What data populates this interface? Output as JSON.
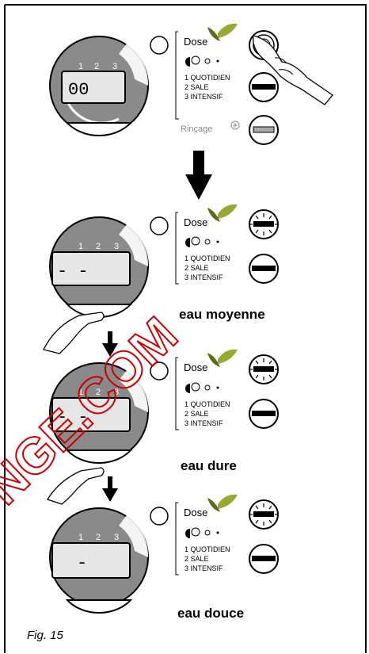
{
  "panels": [
    {
      "display_value": "00",
      "digits": [
        "1",
        "2",
        "3"
      ],
      "brand": "Dose",
      "programs": [
        "1 QUOTIDIEN",
        "2 SALE",
        "3 INTENSIF"
      ],
      "rinse_label": "Rinçage",
      "caption": ""
    },
    {
      "display_value": "- -",
      "digits": [
        "1",
        "2",
        "3"
      ],
      "brand": "Dose",
      "programs": [
        "1 QUOTIDIEN",
        "2 SALE",
        "3 INTENSIF"
      ],
      "caption": "eau moyenne"
    },
    {
      "display_value": "- -",
      "digits": [
        "1",
        "2",
        "3"
      ],
      "brand": "Dose",
      "programs": [
        "1 QUOTIDIEN",
        "2 SALE",
        "3 INTENSIF"
      ],
      "caption": "eau dure"
    },
    {
      "display_value": "-",
      "digits": [
        "1",
        "2",
        "3"
      ],
      "brand": "Dose",
      "programs": [
        "1 QUOTIDIEN",
        "2 SALE",
        "3 INTENSIF"
      ],
      "caption": "eau douce"
    }
  ],
  "watermark": "NGE.COM",
  "figure_label": "Fig. 15",
  "colors": {
    "ink": "#000000",
    "dial_gray": "#8a8a8a",
    "screen_fill": "#e6e6e6",
    "watermark": "#cc0000",
    "leaf": "#9aa832",
    "leaf_dark": "#5a6b1a"
  }
}
